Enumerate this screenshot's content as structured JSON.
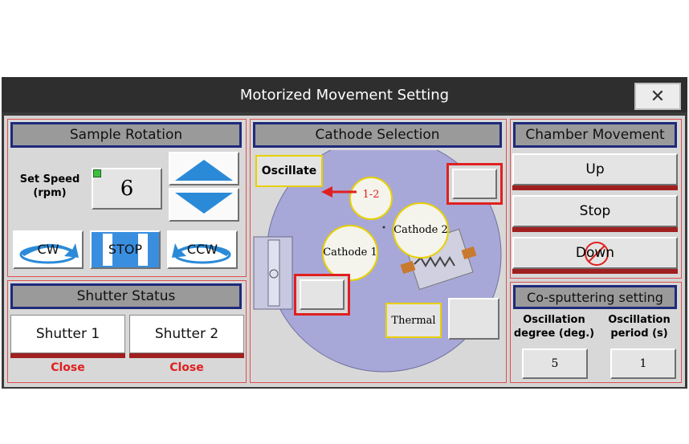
{
  "window": {
    "title": "Motorized Movement Setting",
    "close_glyph": "✕"
  },
  "sample_rotation": {
    "title": "Sample Rotation",
    "set_speed_label": "Set Speed",
    "unit_label": "(rpm)",
    "speed_value": "6",
    "up_icon": "arrow-up-icon",
    "down_icon": "arrow-down-icon",
    "cw_label": "CW",
    "stop_label": "STOP",
    "ccw_label": "CCW"
  },
  "shutter_status": {
    "title": "Shutter Status",
    "shutter1": {
      "label": "Shutter 1",
      "state": "Close"
    },
    "shutter2": {
      "label": "Shutter 2",
      "state": "Close"
    }
  },
  "cathode_selection": {
    "title": "Cathode Selection",
    "oscillate_label": "Oscillate",
    "c12_label": "1-2",
    "cathode1_label": "Cathode 1",
    "cathode2_label": "Cathode 2",
    "thermal_label": "Thermal"
  },
  "chamber_movement": {
    "title": "Chamber Movement",
    "up_label": "Up",
    "stop_label": "Stop",
    "down_label": "Down"
  },
  "co_sputtering": {
    "title": "Co-sputtering setting",
    "degree_label_1": "Oscillation",
    "degree_label_2": "degree (deg.)",
    "period_label_1": "Oscillation",
    "period_label_2": "period (s)",
    "degree_value": "5",
    "period_value": "1"
  },
  "colors": {
    "accent_red": "#e02020",
    "header_border": "#1e2a7a",
    "chamber": "#a8a8d8",
    "state_red": "#e02020"
  }
}
